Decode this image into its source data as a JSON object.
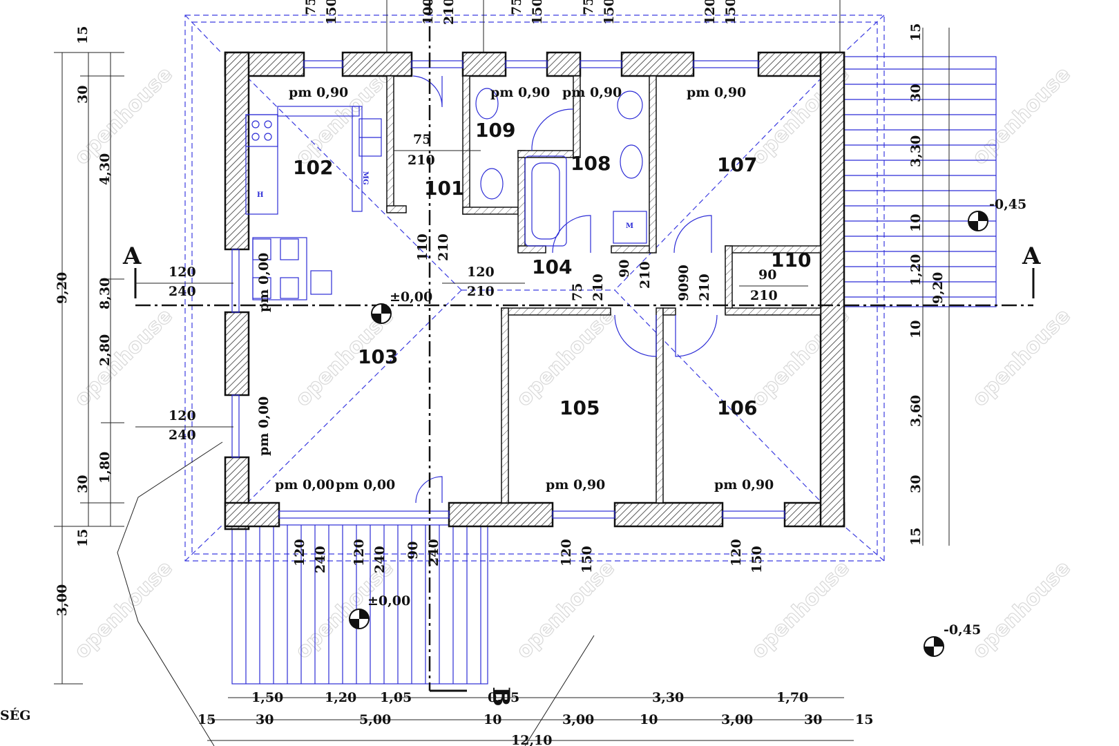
{
  "rooms": [
    {
      "id": "r101",
      "label": "101"
    },
    {
      "id": "r102",
      "label": "102"
    },
    {
      "id": "r103",
      "label": "103"
    },
    {
      "id": "r104",
      "label": "104"
    },
    {
      "id": "r105",
      "label": "105"
    },
    {
      "id": "r106",
      "label": "106"
    },
    {
      "id": "r107",
      "label": "107"
    },
    {
      "id": "r108",
      "label": "108"
    },
    {
      "id": "r109",
      "label": "109"
    },
    {
      "id": "r110",
      "label": "110"
    }
  ],
  "window_notes": {
    "pm090": "pm 0,90",
    "pm000": "pm 0,00"
  },
  "levels": {
    "zero": "±0,00",
    "minus045": "-0,45"
  },
  "sections": {
    "a": "A",
    "b": "B"
  },
  "dims": {
    "d75": "75",
    "d150": "150",
    "d100": "100",
    "d210": "210",
    "d120": "120",
    "d240": "240",
    "d90": "90",
    "d110": "110",
    "d9090": "9090",
    "d2010": "210",
    "d15": "15",
    "d30": "30",
    "d430": "4,30",
    "d830": "8,30",
    "d920": "9,20",
    "d280": "2,80",
    "d180": "1,80",
    "d300": "3,00",
    "d330": "3,30",
    "d10": "10",
    "d360": "3,60",
    "d150m": "1,50",
    "d120m": "1,20",
    "d105": "1,05",
    "d005": "0,05",
    "d170": "1,70",
    "d500": "5,00",
    "d1210": "12,10"
  },
  "fixtures": {
    "mg": "MG",
    "h": "H",
    "m": "M"
  },
  "watermark": "openhouse",
  "edge_text": {
    "seg": "SÉG",
    "level_bottom": "-0,45"
  }
}
